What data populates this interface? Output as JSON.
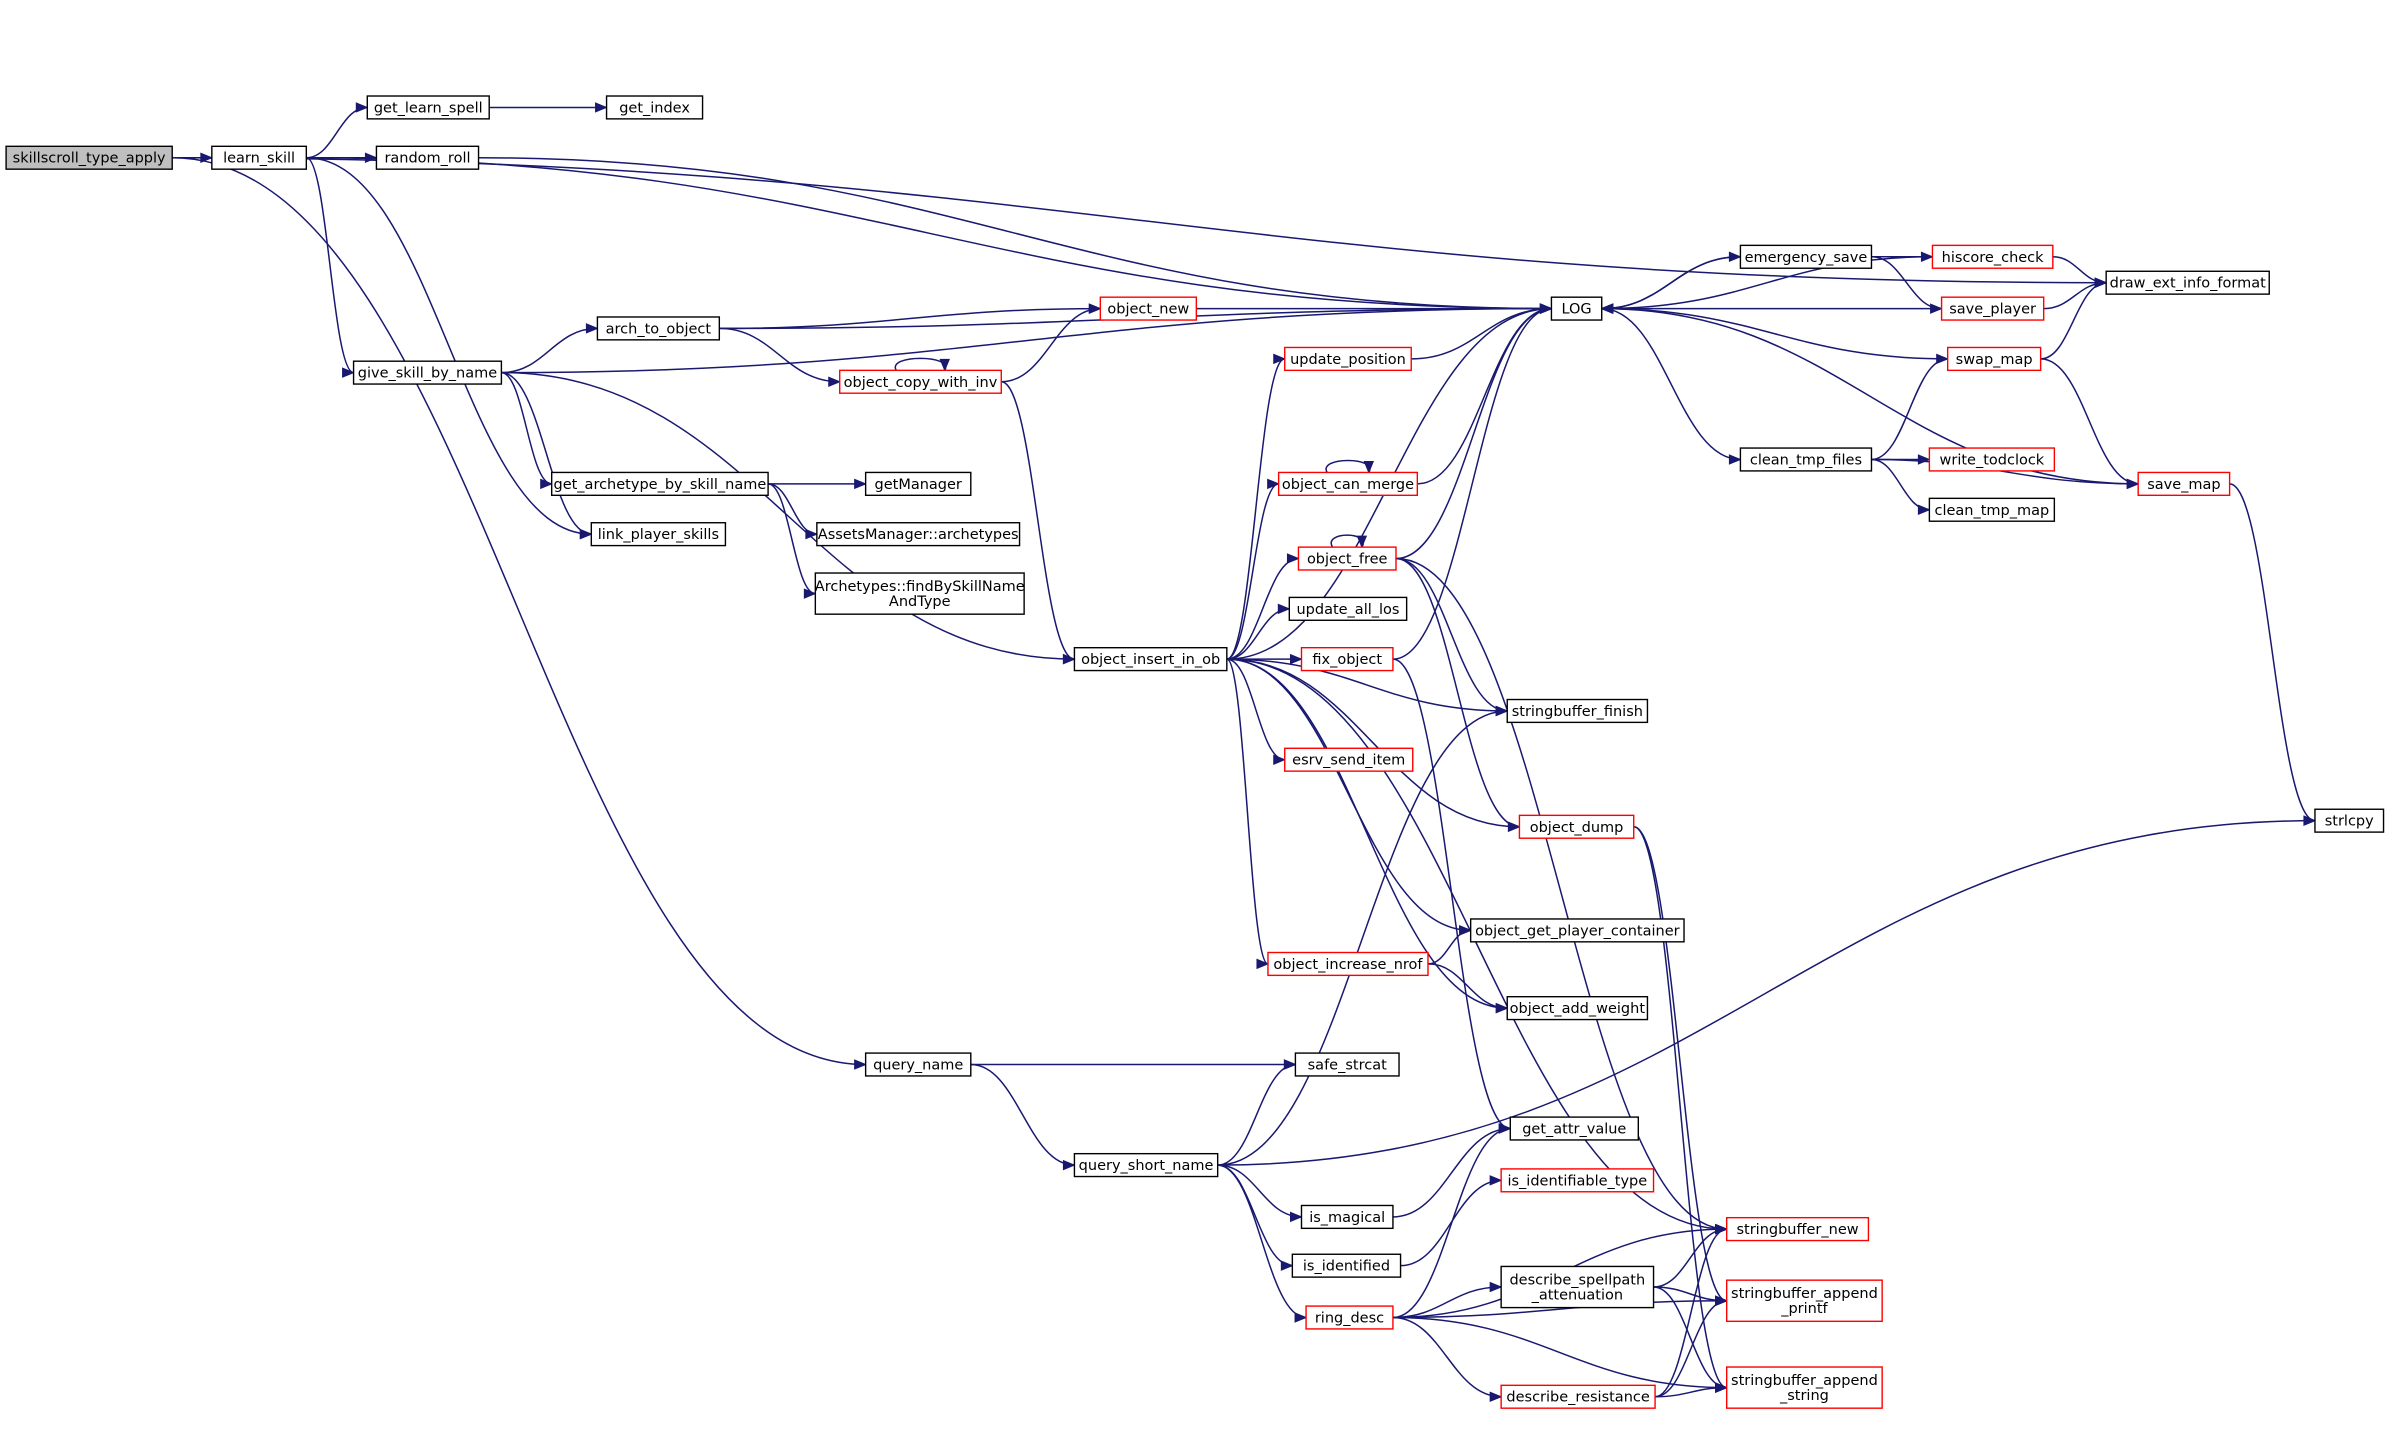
{
  "colors": {
    "edge": "#191970",
    "root_fill": "#bfbfbf",
    "node_fill": "#ffffff",
    "node_border": "#000000",
    "undocumented_border": "#ff0000",
    "text": "#000000"
  },
  "nodes": [
    {
      "id": "skillscroll_type_apply",
      "lines": [
        "skillscroll_type_apply"
      ],
      "style": "root"
    },
    {
      "id": "learn_skill",
      "lines": [
        "learn_skill"
      ],
      "style": "normal"
    },
    {
      "id": "get_learn_spell",
      "lines": [
        "get_learn_spell"
      ],
      "style": "normal"
    },
    {
      "id": "get_index",
      "lines": [
        "get_index"
      ],
      "style": "normal"
    },
    {
      "id": "random_roll",
      "lines": [
        "random_roll"
      ],
      "style": "normal"
    },
    {
      "id": "give_skill_by_name",
      "lines": [
        "give_skill_by_name"
      ],
      "style": "normal"
    },
    {
      "id": "arch_to_object",
      "lines": [
        "arch_to_object"
      ],
      "style": "normal"
    },
    {
      "id": "object_copy_with_inv",
      "lines": [
        "object_copy_with_inv"
      ],
      "style": "red"
    },
    {
      "id": "object_new",
      "lines": [
        "object_new"
      ],
      "style": "red"
    },
    {
      "id": "get_archetype_by_skill_name",
      "lines": [
        "get_archetype_by_skill_name"
      ],
      "style": "normal"
    },
    {
      "id": "getManager",
      "lines": [
        "getManager"
      ],
      "style": "normal"
    },
    {
      "id": "AssetsManager_archetypes",
      "lines": [
        "AssetsManager::archetypes"
      ],
      "style": "normal"
    },
    {
      "id": "findBySkillNameAndType",
      "lines": [
        "Archetypes::findBySkillName",
        "AndType"
      ],
      "style": "normal"
    },
    {
      "id": "link_player_skills",
      "lines": [
        "link_player_skills"
      ],
      "style": "normal"
    },
    {
      "id": "object_insert_in_ob",
      "lines": [
        "object_insert_in_ob"
      ],
      "style": "normal"
    },
    {
      "id": "LOG",
      "lines": [
        "LOG"
      ],
      "style": "normal"
    },
    {
      "id": "update_position",
      "lines": [
        "update_position"
      ],
      "style": "red"
    },
    {
      "id": "object_can_merge",
      "lines": [
        "object_can_merge"
      ],
      "style": "red"
    },
    {
      "id": "object_free",
      "lines": [
        "object_free"
      ],
      "style": "red"
    },
    {
      "id": "update_all_los",
      "lines": [
        "update_all_los"
      ],
      "style": "normal"
    },
    {
      "id": "fix_object",
      "lines": [
        "fix_object"
      ],
      "style": "red"
    },
    {
      "id": "stringbuffer_finish",
      "lines": [
        "stringbuffer_finish"
      ],
      "style": "normal"
    },
    {
      "id": "esrv_send_item",
      "lines": [
        "esrv_send_item"
      ],
      "style": "red"
    },
    {
      "id": "object_dump",
      "lines": [
        "object_dump"
      ],
      "style": "red"
    },
    {
      "id": "object_get_player_container",
      "lines": [
        "object_get_player_container"
      ],
      "style": "normal"
    },
    {
      "id": "object_increase_nrof",
      "lines": [
        "object_increase_nrof"
      ],
      "style": "red"
    },
    {
      "id": "object_add_weight",
      "lines": [
        "object_add_weight"
      ],
      "style": "normal"
    },
    {
      "id": "emergency_save",
      "lines": [
        "emergency_save"
      ],
      "style": "normal"
    },
    {
      "id": "hiscore_check",
      "lines": [
        "hiscore_check"
      ],
      "style": "red"
    },
    {
      "id": "save_player",
      "lines": [
        "save_player"
      ],
      "style": "red"
    },
    {
      "id": "draw_ext_info_format",
      "lines": [
        "draw_ext_info_format"
      ],
      "style": "normal"
    },
    {
      "id": "swap_map",
      "lines": [
        "swap_map"
      ],
      "style": "red"
    },
    {
      "id": "clean_tmp_files",
      "lines": [
        "clean_tmp_files"
      ],
      "style": "normal"
    },
    {
      "id": "write_todclock",
      "lines": [
        "write_todclock"
      ],
      "style": "red"
    },
    {
      "id": "clean_tmp_map",
      "lines": [
        "clean_tmp_map"
      ],
      "style": "normal"
    },
    {
      "id": "save_map",
      "lines": [
        "save_map"
      ],
      "style": "red"
    },
    {
      "id": "strlcpy",
      "lines": [
        "strlcpy"
      ],
      "style": "normal"
    },
    {
      "id": "query_name",
      "lines": [
        "query_name"
      ],
      "style": "normal"
    },
    {
      "id": "safe_strcat",
      "lines": [
        "safe_strcat"
      ],
      "style": "normal"
    },
    {
      "id": "query_short_name",
      "lines": [
        "query_short_name"
      ],
      "style": "normal"
    },
    {
      "id": "get_attr_value",
      "lines": [
        "get_attr_value"
      ],
      "style": "normal"
    },
    {
      "id": "is_magical",
      "lines": [
        "is_magical"
      ],
      "style": "normal"
    },
    {
      "id": "is_identifiable_type",
      "lines": [
        "is_identifiable_type"
      ],
      "style": "red"
    },
    {
      "id": "is_identified",
      "lines": [
        "is_identified"
      ],
      "style": "normal"
    },
    {
      "id": "stringbuffer_new",
      "lines": [
        "stringbuffer_new"
      ],
      "style": "red"
    },
    {
      "id": "describe_spellpath_attenuation",
      "lines": [
        "describe_spellpath",
        "_attenuation"
      ],
      "style": "normal"
    },
    {
      "id": "stringbuffer_append_printf",
      "lines": [
        "stringbuffer_append",
        "_printf"
      ],
      "style": "red"
    },
    {
      "id": "ring_desc",
      "lines": [
        "ring_desc"
      ],
      "style": "red"
    },
    {
      "id": "describe_resistance",
      "lines": [
        "describe_resistance"
      ],
      "style": "red"
    },
    {
      "id": "stringbuffer_append_string",
      "lines": [
        "stringbuffer_append",
        "_string"
      ],
      "style": "red"
    }
  ],
  "edges": [
    [
      "skillscroll_type_apply",
      "learn_skill"
    ],
    [
      "skillscroll_type_apply",
      "draw_ext_info_format"
    ],
    [
      "skillscroll_type_apply",
      "query_name"
    ],
    [
      "learn_skill",
      "get_learn_spell"
    ],
    [
      "learn_skill",
      "random_roll"
    ],
    [
      "learn_skill",
      "give_skill_by_name"
    ],
    [
      "learn_skill",
      "link_player_skills"
    ],
    [
      "learn_skill",
      "LOG"
    ],
    [
      "get_learn_spell",
      "get_index"
    ],
    [
      "random_roll",
      "LOG"
    ],
    [
      "give_skill_by_name",
      "LOG"
    ],
    [
      "give_skill_by_name",
      "arch_to_object"
    ],
    [
      "give_skill_by_name",
      "get_archetype_by_skill_name"
    ],
    [
      "give_skill_by_name",
      "link_player_skills"
    ],
    [
      "give_skill_by_name",
      "object_insert_in_ob"
    ],
    [
      "arch_to_object",
      "LOG"
    ],
    [
      "arch_to_object",
      "object_new"
    ],
    [
      "arch_to_object",
      "object_copy_with_inv"
    ],
    [
      "object_copy_with_inv",
      "object_copy_with_inv"
    ],
    [
      "object_copy_with_inv",
      "object_new"
    ],
    [
      "object_copy_with_inv",
      "object_insert_in_ob"
    ],
    [
      "object_new",
      "LOG"
    ],
    [
      "get_archetype_by_skill_name",
      "getManager"
    ],
    [
      "get_archetype_by_skill_name",
      "AssetsManager_archetypes"
    ],
    [
      "get_archetype_by_skill_name",
      "findBySkillNameAndType"
    ],
    [
      "object_insert_in_ob",
      "LOG"
    ],
    [
      "object_insert_in_ob",
      "update_position"
    ],
    [
      "object_insert_in_ob",
      "object_can_merge"
    ],
    [
      "object_insert_in_ob",
      "object_free"
    ],
    [
      "object_insert_in_ob",
      "update_all_los"
    ],
    [
      "object_insert_in_ob",
      "fix_object"
    ],
    [
      "object_insert_in_ob",
      "stringbuffer_finish"
    ],
    [
      "object_insert_in_ob",
      "esrv_send_item"
    ],
    [
      "object_insert_in_ob",
      "object_dump"
    ],
    [
      "object_insert_in_ob",
      "object_get_player_container"
    ],
    [
      "object_insert_in_ob",
      "object_increase_nrof"
    ],
    [
      "object_insert_in_ob",
      "object_add_weight"
    ],
    [
      "object_insert_in_ob",
      "stringbuffer_new"
    ],
    [
      "update_position",
      "LOG"
    ],
    [
      "object_can_merge",
      "object_can_merge"
    ],
    [
      "object_can_merge",
      "LOG"
    ],
    [
      "object_free",
      "object_free"
    ],
    [
      "object_free",
      "LOG"
    ],
    [
      "object_free",
      "stringbuffer_finish"
    ],
    [
      "object_free",
      "object_dump"
    ],
    [
      "object_free",
      "stringbuffer_new"
    ],
    [
      "fix_object",
      "LOG"
    ],
    [
      "fix_object",
      "get_attr_value"
    ],
    [
      "object_dump",
      "stringbuffer_append_printf"
    ],
    [
      "object_dump",
      "stringbuffer_append_string"
    ],
    [
      "object_increase_nrof",
      "object_get_player_container"
    ],
    [
      "object_increase_nrof",
      "object_add_weight"
    ],
    [
      "LOG",
      "emergency_save"
    ],
    [
      "LOG",
      "clean_tmp_files"
    ],
    [
      "emergency_save",
      "LOG"
    ],
    [
      "emergency_save",
      "hiscore_check"
    ],
    [
      "emergency_save",
      "save_player"
    ],
    [
      "hiscore_check",
      "LOG"
    ],
    [
      "hiscore_check",
      "draw_ext_info_format"
    ],
    [
      "save_player",
      "LOG"
    ],
    [
      "save_player",
      "draw_ext_info_format"
    ],
    [
      "swap_map",
      "LOG"
    ],
    [
      "swap_map",
      "draw_ext_info_format"
    ],
    [
      "swap_map",
      "save_map"
    ],
    [
      "clean_tmp_files",
      "swap_map"
    ],
    [
      "clean_tmp_files",
      "write_todclock"
    ],
    [
      "clean_tmp_files",
      "clean_tmp_map"
    ],
    [
      "clean_tmp_files",
      "save_map"
    ],
    [
      "save_map",
      "LOG"
    ],
    [
      "save_map",
      "strlcpy"
    ],
    [
      "query_name",
      "safe_strcat"
    ],
    [
      "query_name",
      "query_short_name"
    ],
    [
      "query_short_name",
      "safe_strcat"
    ],
    [
      "query_short_name",
      "stringbuffer_finish"
    ],
    [
      "query_short_name",
      "strlcpy"
    ],
    [
      "query_short_name",
      "is_magical"
    ],
    [
      "query_short_name",
      "is_identified"
    ],
    [
      "query_short_name",
      "ring_desc"
    ],
    [
      "is_magical",
      "get_attr_value"
    ],
    [
      "is_identified",
      "is_identifiable_type"
    ],
    [
      "ring_desc",
      "get_attr_value"
    ],
    [
      "ring_desc",
      "stringbuffer_new"
    ],
    [
      "ring_desc",
      "describe_spellpath_attenuation"
    ],
    [
      "ring_desc",
      "stringbuffer_append_printf"
    ],
    [
      "ring_desc",
      "describe_resistance"
    ],
    [
      "ring_desc",
      "stringbuffer_append_string"
    ],
    [
      "describe_spellpath_attenuation",
      "stringbuffer_new"
    ],
    [
      "describe_spellpath_attenuation",
      "stringbuffer_append_printf"
    ],
    [
      "describe_spellpath_attenuation",
      "stringbuffer_append_string"
    ],
    [
      "describe_resistance",
      "stringbuffer_new"
    ],
    [
      "describe_resistance",
      "stringbuffer_append_printf"
    ],
    [
      "describe_resistance",
      "stringbuffer_append_string"
    ]
  ]
}
